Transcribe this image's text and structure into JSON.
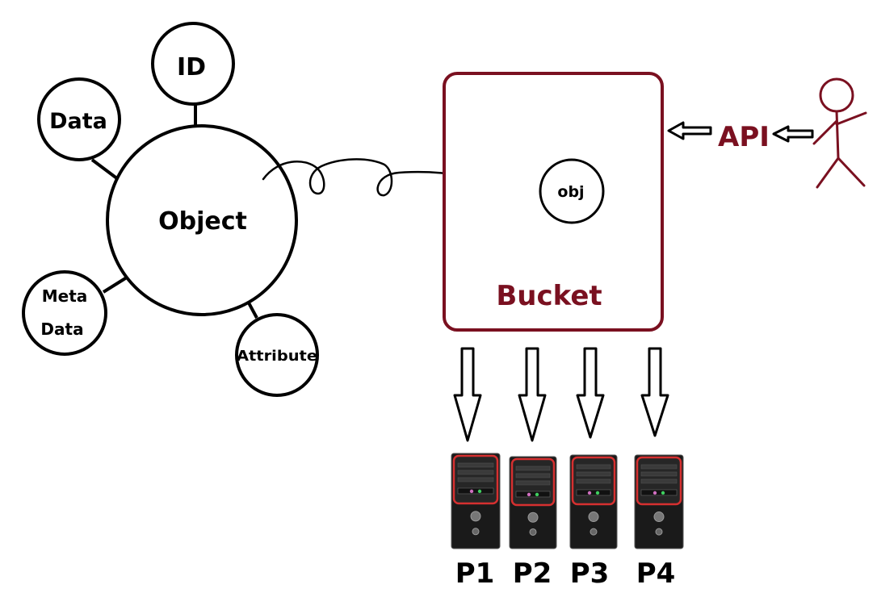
{
  "object_node": {
    "center_label": "Object",
    "satellites": {
      "id": "ID",
      "data": "Data",
      "meta_line1": "Meta",
      "meta_line2": "Data",
      "attribute": "Attribute"
    }
  },
  "bucket": {
    "label": "Bucket",
    "item_label": "obj"
  },
  "api": {
    "label": "API"
  },
  "servers": [
    "P1",
    "P2",
    "P3",
    "P4"
  ],
  "colors": {
    "accent": "#7a1020",
    "ink": "#000000",
    "server_body": "#1a1a1a",
    "server_bezel": "#d63030"
  }
}
